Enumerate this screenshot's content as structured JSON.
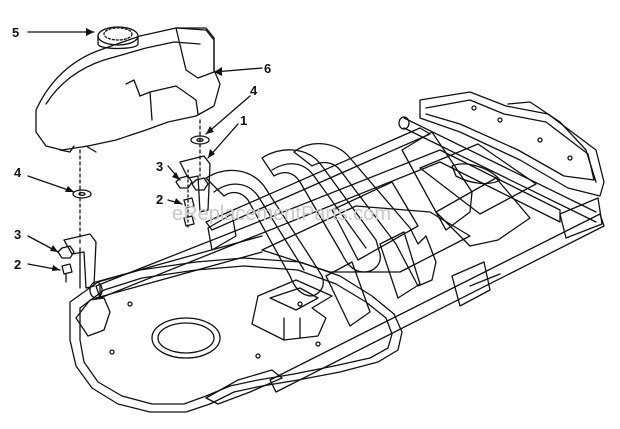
{
  "watermark": "eReplacementParts.com",
  "callouts": {
    "fuel_tank": "5",
    "tank_support": "6",
    "washer_right": "4",
    "bracket_right": "1",
    "nut_right": "3",
    "bolt_right": "2",
    "washer_left": "4",
    "nut_left": "3",
    "bolt_left": "2"
  },
  "colors": {
    "line": "#111111",
    "watermark": "#c8c8c8",
    "background": "#ffffff"
  }
}
